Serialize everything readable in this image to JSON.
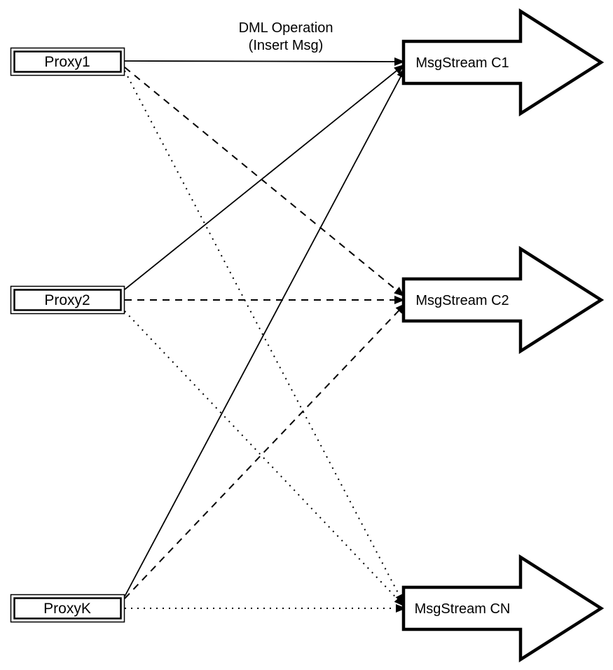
{
  "diagram": {
    "title": {
      "line1": "DML Operation",
      "line2": "(Insert Msg)"
    },
    "nodes": {
      "proxies": [
        {
          "id": "proxy1",
          "label": "Proxy1"
        },
        {
          "id": "proxy2",
          "label": "Proxy2"
        },
        {
          "id": "proxyk",
          "label": "ProxyK"
        }
      ],
      "streams": [
        {
          "id": "c1",
          "label": "MsgStream C1"
        },
        {
          "id": "c2",
          "label": "MsgStream C2"
        },
        {
          "id": "cn",
          "label": "MsgStream CN"
        }
      ]
    },
    "edges": [
      {
        "from": "Proxy1",
        "to": "MsgStream C1",
        "style": "solid"
      },
      {
        "from": "Proxy2",
        "to": "MsgStream C1",
        "style": "solid"
      },
      {
        "from": "ProxyK",
        "to": "MsgStream C1",
        "style": "solid"
      },
      {
        "from": "Proxy1",
        "to": "MsgStream C2",
        "style": "dashed"
      },
      {
        "from": "Proxy2",
        "to": "MsgStream C2",
        "style": "dashed"
      },
      {
        "from": "ProxyK",
        "to": "MsgStream C2",
        "style": "dashed"
      },
      {
        "from": "Proxy1",
        "to": "MsgStream CN",
        "style": "dotted"
      },
      {
        "from": "Proxy2",
        "to": "MsgStream CN",
        "style": "dotted"
      },
      {
        "from": "ProxyK",
        "to": "MsgStream CN",
        "style": "dotted"
      }
    ],
    "colors": {
      "stroke": "#000000",
      "fill": "#ffffff",
      "background": "#ffffff"
    }
  }
}
